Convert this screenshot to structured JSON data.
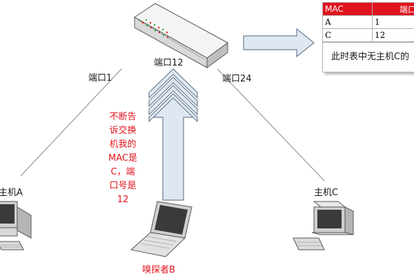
{
  "ports": {
    "port1": "端口1",
    "port12": "端口12",
    "port24": "端口24"
  },
  "hosts": {
    "host_a": "主机A",
    "host_c": "主机C",
    "sniffer_b": "嗅探者B"
  },
  "spoof_message": {
    "lines": [
      "不断告",
      "诉交换",
      "机我的",
      "MAC是",
      "C，端",
      "口号是",
      "12"
    ]
  },
  "mac_table": {
    "headers": [
      "MAC",
      "端口"
    ],
    "rows": [
      [
        "A",
        "1"
      ],
      [
        "C",
        "12"
      ]
    ],
    "note": "此时表中无主机C的"
  },
  "colors": {
    "accent_red": "#e0141e",
    "arrow_fill": "#dfe8f2",
    "arrow_stroke": "#6e7f91",
    "line": "#8a8a8a"
  }
}
